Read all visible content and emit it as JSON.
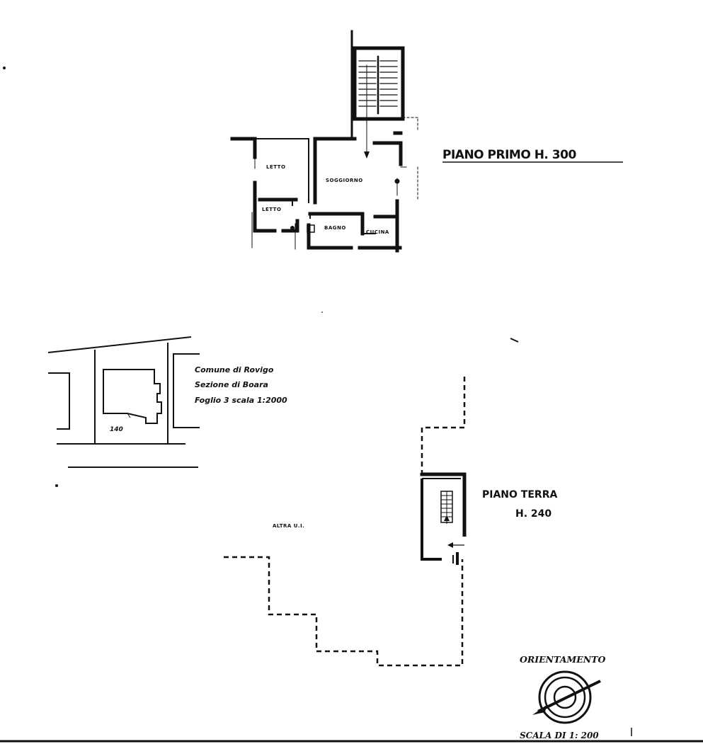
{
  "floors": {
    "primo": {
      "title": "PIANO PRIMO H. 300",
      "rooms": {
        "letto1": "LETTO",
        "letto2": "LETTO",
        "soggiorno": "SOGGIORNO",
        "bagno": "BAGNO",
        "cucina": "CUCINA"
      }
    },
    "terra": {
      "title_line1": "PIANO TERRA",
      "title_line2": "H. 240",
      "other_unit": "ALTRA U.I."
    }
  },
  "cadastral": {
    "line1": "Comune di Rovigo",
    "line2": "Sezione di Boara",
    "line3": "Foglio 3 scala 1:2000",
    "parcel": "140"
  },
  "orientation": {
    "label": "ORIENTAMENTO"
  },
  "scale": {
    "label": "SCALA DI 1: 200"
  }
}
